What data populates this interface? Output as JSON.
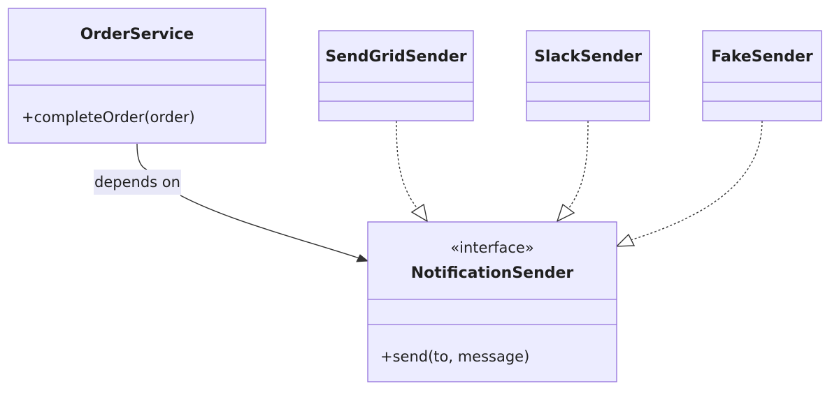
{
  "classes": {
    "order_service": {
      "name": "OrderService",
      "methods": [
        "+completeOrder(order)"
      ]
    },
    "sendgrid_sender": {
      "name": "SendGridSender"
    },
    "slack_sender": {
      "name": "SlackSender"
    },
    "fake_sender": {
      "name": "FakeSender"
    },
    "notification_sender": {
      "stereotype": "«interface»",
      "name": "NotificationSender",
      "methods": [
        "+send(to, message)"
      ]
    }
  },
  "relations": {
    "dependency_label": "depends on"
  },
  "colors": {
    "box_fill": "#ececff",
    "box_stroke": "#9370db",
    "edge": "#333333",
    "label_bg": "#e8e8f8"
  }
}
